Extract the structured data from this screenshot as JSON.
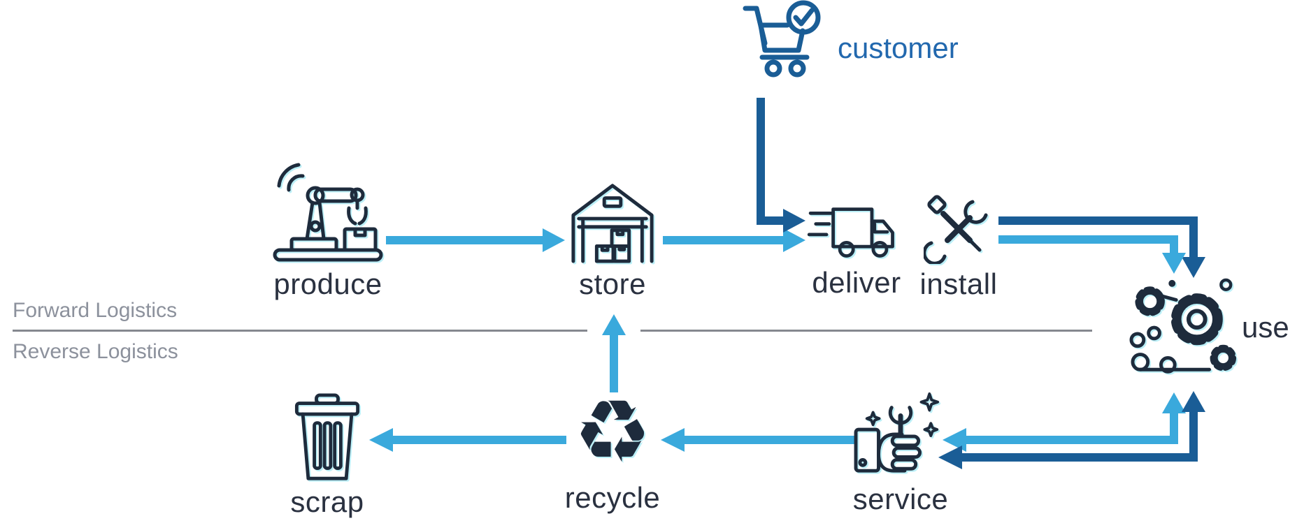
{
  "colors": {
    "light_blue": "#3AA9DC",
    "dark_blue": "#1A5D96",
    "customer_blue": "#2268AE",
    "icon_navy": "#1E2B3C",
    "icon_accent": "#3DD2E8",
    "label_dark": "#2A3140",
    "zone_gray": "#8C919C",
    "divider_gray": "#85888F",
    "background": "#FFFFFF"
  },
  "customer": {
    "label": "customer",
    "icon": "cart-check-icon"
  },
  "zones": {
    "forward": {
      "label": "Forward Logistics"
    },
    "reverse": {
      "label": "Reverse Logistics"
    }
  },
  "stations": {
    "produce": {
      "label": "produce",
      "icon": "robot-arm-icon"
    },
    "store": {
      "label": "store",
      "icon": "warehouse-icon"
    },
    "deliver": {
      "label": "deliver",
      "icon": "delivery-truck-icon"
    },
    "install": {
      "label": "install",
      "icon": "crossed-tools-icon"
    },
    "use": {
      "label": "use",
      "icon": "gears-machine-icon"
    },
    "service": {
      "label": "service",
      "icon": "hand-wrench-icon"
    },
    "recycle": {
      "label": "recycle",
      "icon": "recycle-icon"
    },
    "scrap": {
      "label": "scrap",
      "icon": "trash-can-icon"
    }
  },
  "flows": {
    "forward": [
      {
        "from": "produce",
        "to": "store",
        "color": "light_blue"
      },
      {
        "from": "store",
        "to": "deliver",
        "color": "light_blue"
      },
      {
        "from": "customer",
        "to": "deliver",
        "color": "dark_blue"
      },
      {
        "from": "install",
        "to": "use",
        "color": "dark_blue"
      },
      {
        "from": "install",
        "to": "use",
        "color": "light_blue"
      }
    ],
    "reverse": [
      {
        "from": "use",
        "to": "service",
        "color": "dark_blue"
      },
      {
        "from": "use",
        "to": "service",
        "color": "light_blue"
      },
      {
        "from": "service",
        "to": "recycle",
        "color": "light_blue"
      },
      {
        "from": "recycle",
        "to": "scrap",
        "color": "light_blue"
      },
      {
        "from": "recycle",
        "to": "store",
        "color": "light_blue"
      }
    ]
  }
}
